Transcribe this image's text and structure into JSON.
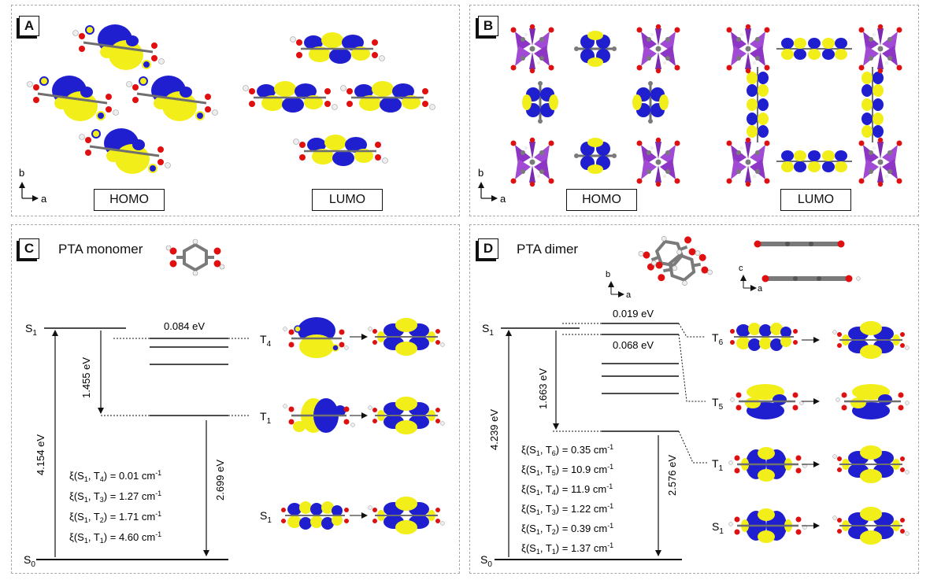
{
  "panel_a": {
    "label": "A",
    "axis_b": "b",
    "axis_a": "a",
    "homo_label": "HOMO",
    "lumo_label": "LUMO"
  },
  "panel_b": {
    "label": "B",
    "axis_b": "b",
    "axis_a": "a",
    "homo_label": "HOMO",
    "lumo_label": "LUMO"
  },
  "panel_c": {
    "label": "C",
    "title": "PTA monomer",
    "levels": {
      "s1": "S",
      "s1_sub": "1",
      "s0": "S",
      "s0_sub": "0",
      "t4": "T",
      "t4_sub": "4",
      "t1": "T",
      "t1_sub": "1",
      "s1_orbital": "S",
      "s1_orbital_sub": "1"
    },
    "energies": {
      "gap_s1_s0": "4.154 eV",
      "gap_s1_t": "1.455 eV",
      "gap_t1_s0": "2.699 eV",
      "spread": "0.084 eV"
    },
    "soc": [
      {
        "prefix": "ξ(S",
        "s": "1",
        "mid": ", T",
        "t": "4",
        "value": ") = 0.01 cm",
        "unit_sup": "-1"
      },
      {
        "prefix": "ξ(S",
        "s": "1",
        "mid": ", T",
        "t": "3",
        "value": ") = 1.27 cm",
        "unit_sup": "-1"
      },
      {
        "prefix": "ξ(S",
        "s": "1",
        "mid": ", T",
        "t": "2",
        "value": ") = 1.71 cm",
        "unit_sup": "-1"
      },
      {
        "prefix": "ξ(S",
        "s": "1",
        "mid": ", T",
        "t": "1",
        "value": ") = 4.60 cm",
        "unit_sup": "-1"
      }
    ]
  },
  "panel_d": {
    "label": "D",
    "title": "PTA dimer",
    "axis_b": "b",
    "axis_a": "a",
    "axis_c": "c",
    "axis_a2": "a",
    "levels": {
      "s1": "S",
      "s1_sub": "1",
      "s0": "S",
      "s0_sub": "0",
      "t6": "T",
      "t6_sub": "6",
      "t5": "T",
      "t5_sub": "5",
      "t1": "T",
      "t1_sub": "1",
      "s1_orbital": "S",
      "s1_orbital_sub": "1"
    },
    "energies": {
      "gap_s1_s0": "4.239 eV",
      "gap_s1_t": "1.663 eV",
      "gap_t1_s0": "2.576 eV",
      "spread_top": "0.019 eV",
      "spread_bottom": "0.068 eV"
    },
    "soc": [
      {
        "prefix": "ξ(S",
        "s": "1",
        "mid": ", T",
        "t": "6",
        "value": ") = 0.35 cm",
        "unit_sup": "-1"
      },
      {
        "prefix": "ξ(S",
        "s": "1",
        "mid": ", T",
        "t": "5",
        "value": ") = 10.9 cm",
        "unit_sup": "-1"
      },
      {
        "prefix": "ξ(S",
        "s": "1",
        "mid": ", T",
        "t": "4",
        "value": ") = 11.9 cm",
        "unit_sup": "-1"
      },
      {
        "prefix": "ξ(S",
        "s": "1",
        "mid": ", T",
        "t": "3",
        "value": ") = 1.22 cm",
        "unit_sup": "-1"
      },
      {
        "prefix": "ξ(S",
        "s": "1",
        "mid": ", T",
        "t": "2",
        "value": ") = 0.39 cm",
        "unit_sup": "-1"
      },
      {
        "prefix": "ξ(S",
        "s": "1",
        "mid": ", T",
        "t": "1",
        "value": ") = 1.37 cm",
        "unit_sup": "-1"
      }
    ]
  },
  "colors": {
    "lobe_blue": "#1f1fd0",
    "lobe_yellow": "#f2ee1a",
    "polyhedron": "#8d35c4",
    "carbon": "#7a7a7a",
    "oxygen": "#e01010",
    "hydrogen": "#f2f2f2"
  }
}
